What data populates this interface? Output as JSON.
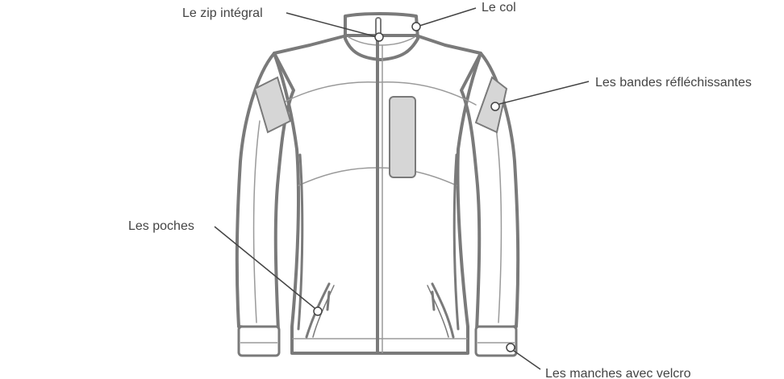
{
  "labels": {
    "zip": "Le zip intégral",
    "collar": "Le col",
    "reflective": "Les bandes réfléchissantes",
    "pockets": "Les poches",
    "sleeves": "Les manches avec velcro"
  },
  "colors": {
    "outline_dark": "#7a7a7a",
    "outline_light": "#9a9a9a",
    "fill_panel": "#d6d6d6",
    "callout": "#444444",
    "text": "#444444"
  }
}
